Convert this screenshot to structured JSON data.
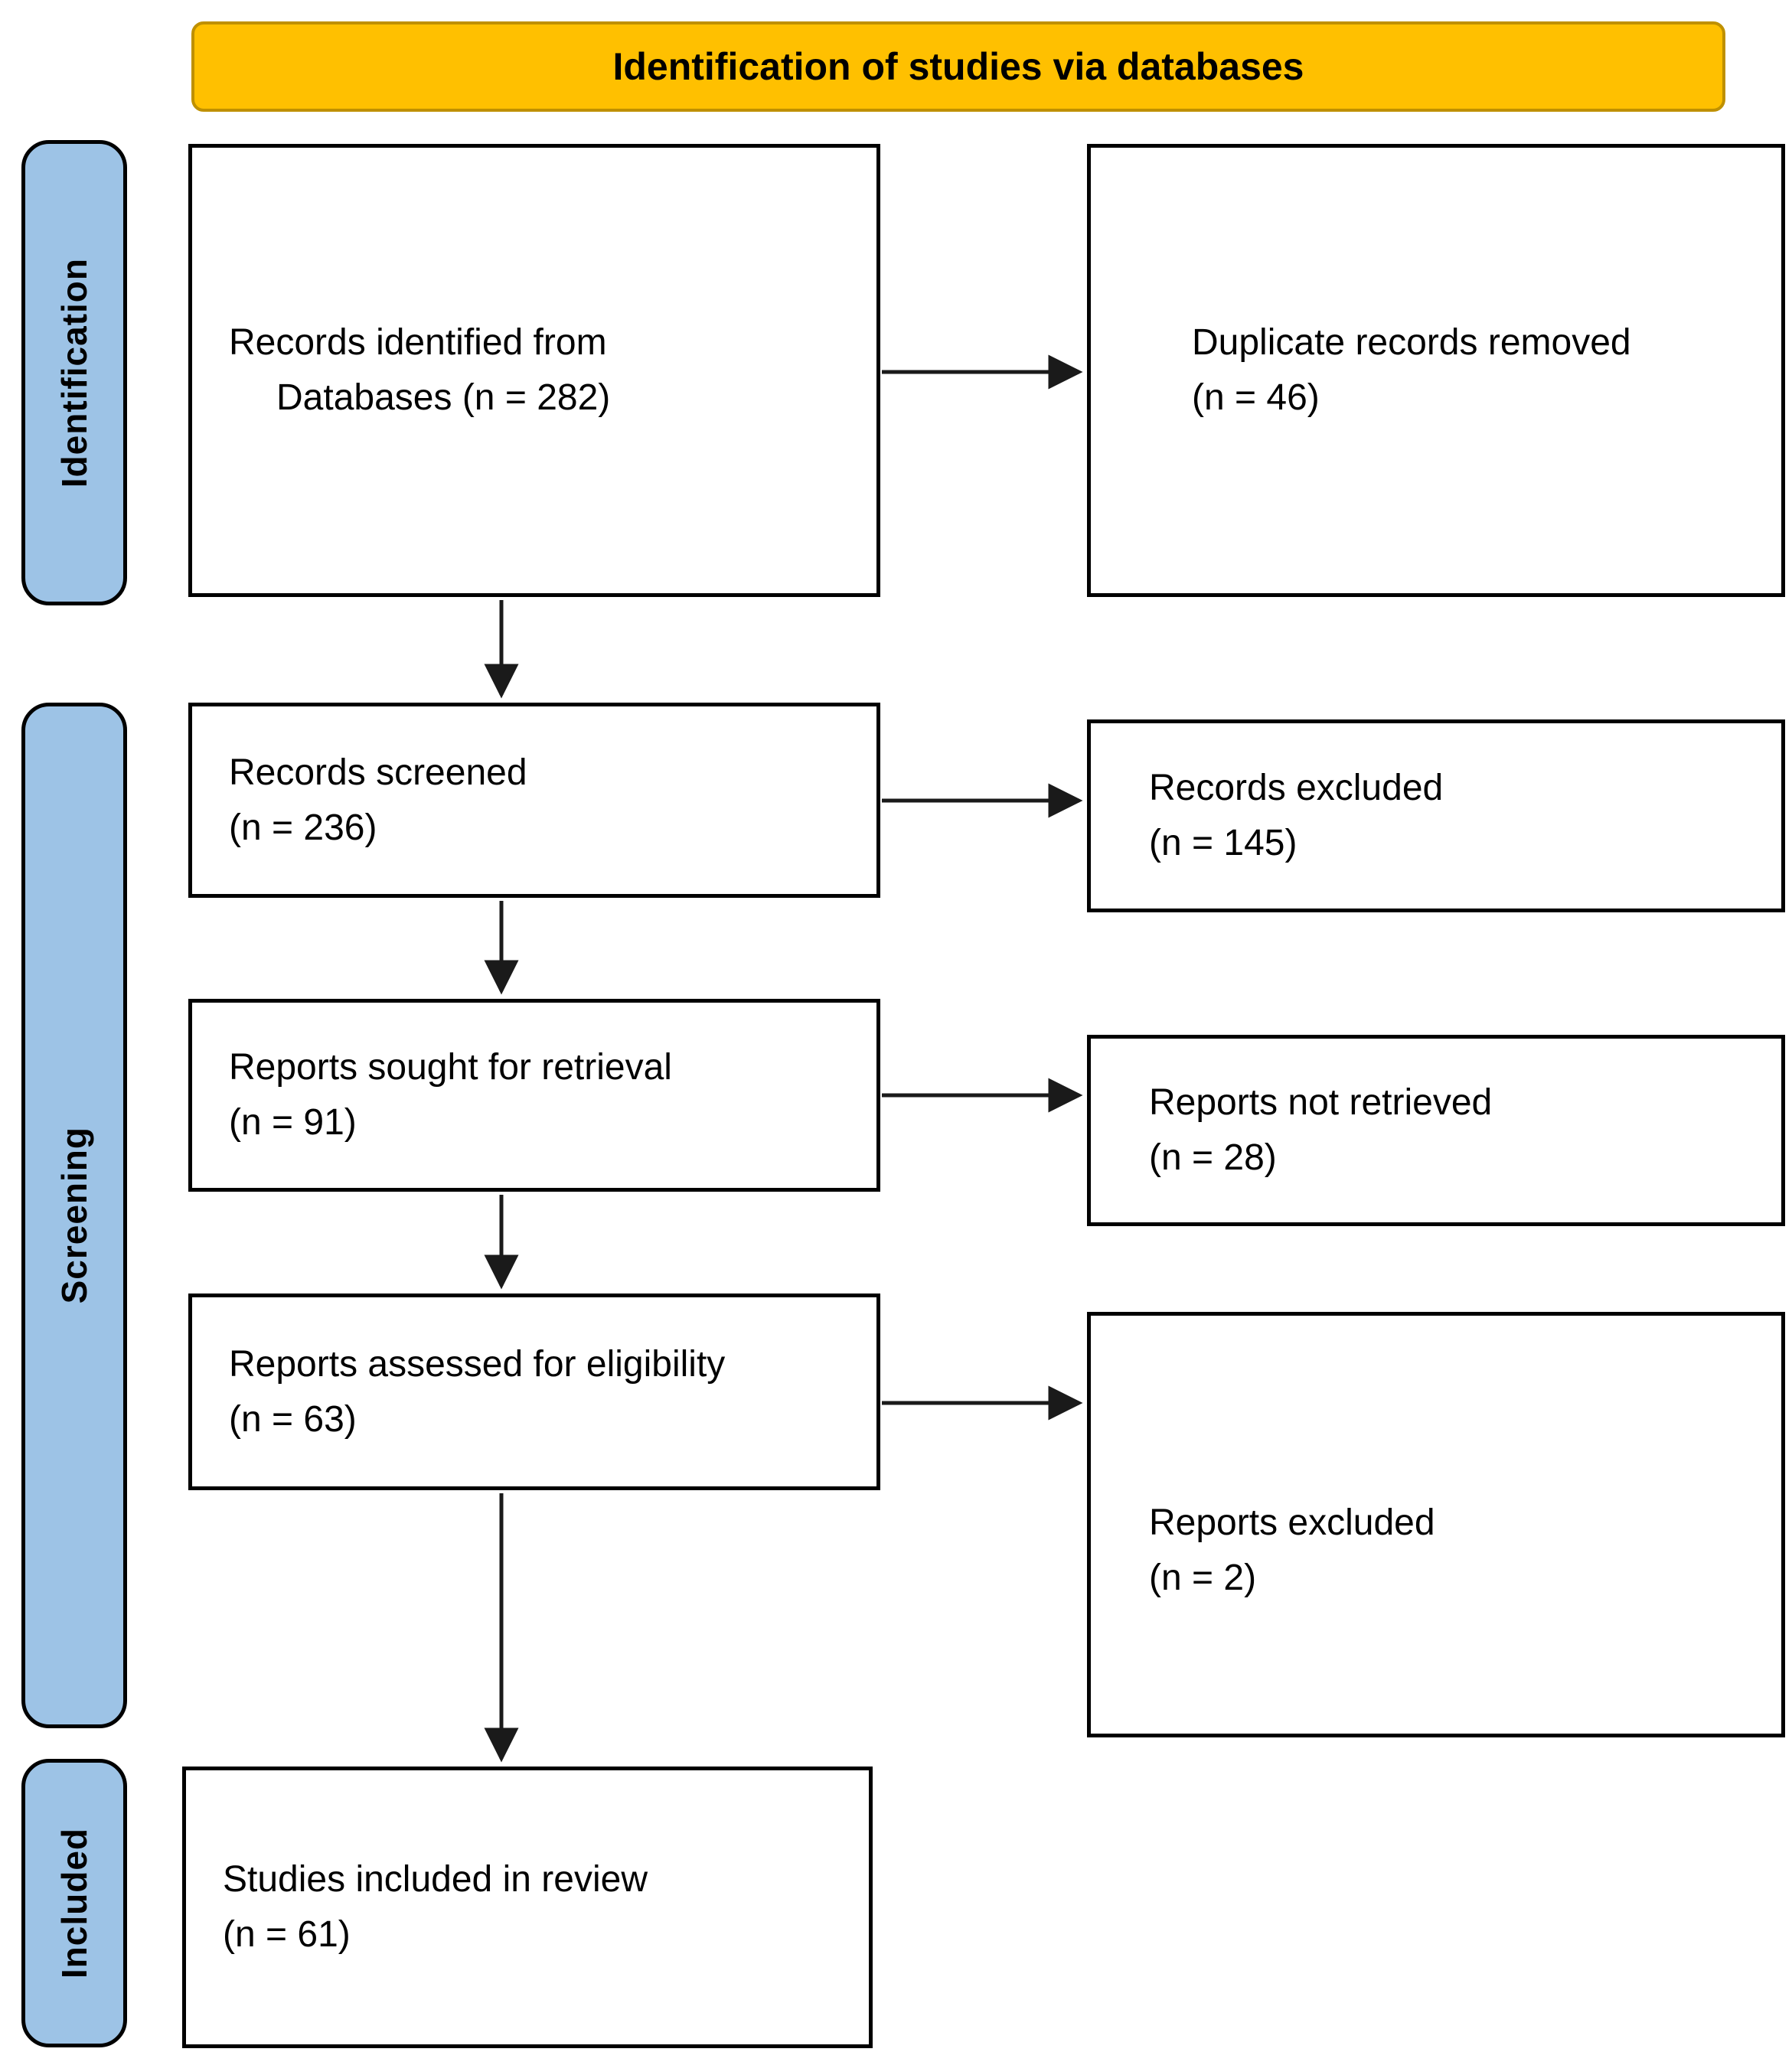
{
  "title": "Identification of studies via databases",
  "stages": [
    {
      "label": "Identification"
    },
    {
      "label": "Screening"
    },
    {
      "label": "Included"
    }
  ],
  "main_boxes": [
    {
      "line1": "Records identified from",
      "line2": "Databases (n = 282)"
    },
    {
      "line1": "Records screened",
      "line2": "(n = 236)"
    },
    {
      "line1": "Reports sought for retrieval",
      "line2": "(n = 91)"
    },
    {
      "line1": "Reports assessed for eligibility",
      "line2": "(n = 63)"
    },
    {
      "line1": "Studies included in review",
      "line2": "(n = 61)"
    }
  ],
  "side_boxes": [
    {
      "line1": "Duplicate records removed",
      "line2": "(n = 46)"
    },
    {
      "line1": "Records excluded",
      "line2": "(n = 145)"
    },
    {
      "line1": "Reports not retrieved",
      "line2": "(n = 28)"
    },
    {
      "line1": "Reports excluded",
      "line2": "(n = 2)"
    }
  ],
  "colors": {
    "header_fill": "#FFC000",
    "header_border": "#BF9000",
    "stage_fill": "#9DC3E6",
    "stage_border": "#000000",
    "box_border": "#000000",
    "arrow": "#1A1A1A"
  }
}
